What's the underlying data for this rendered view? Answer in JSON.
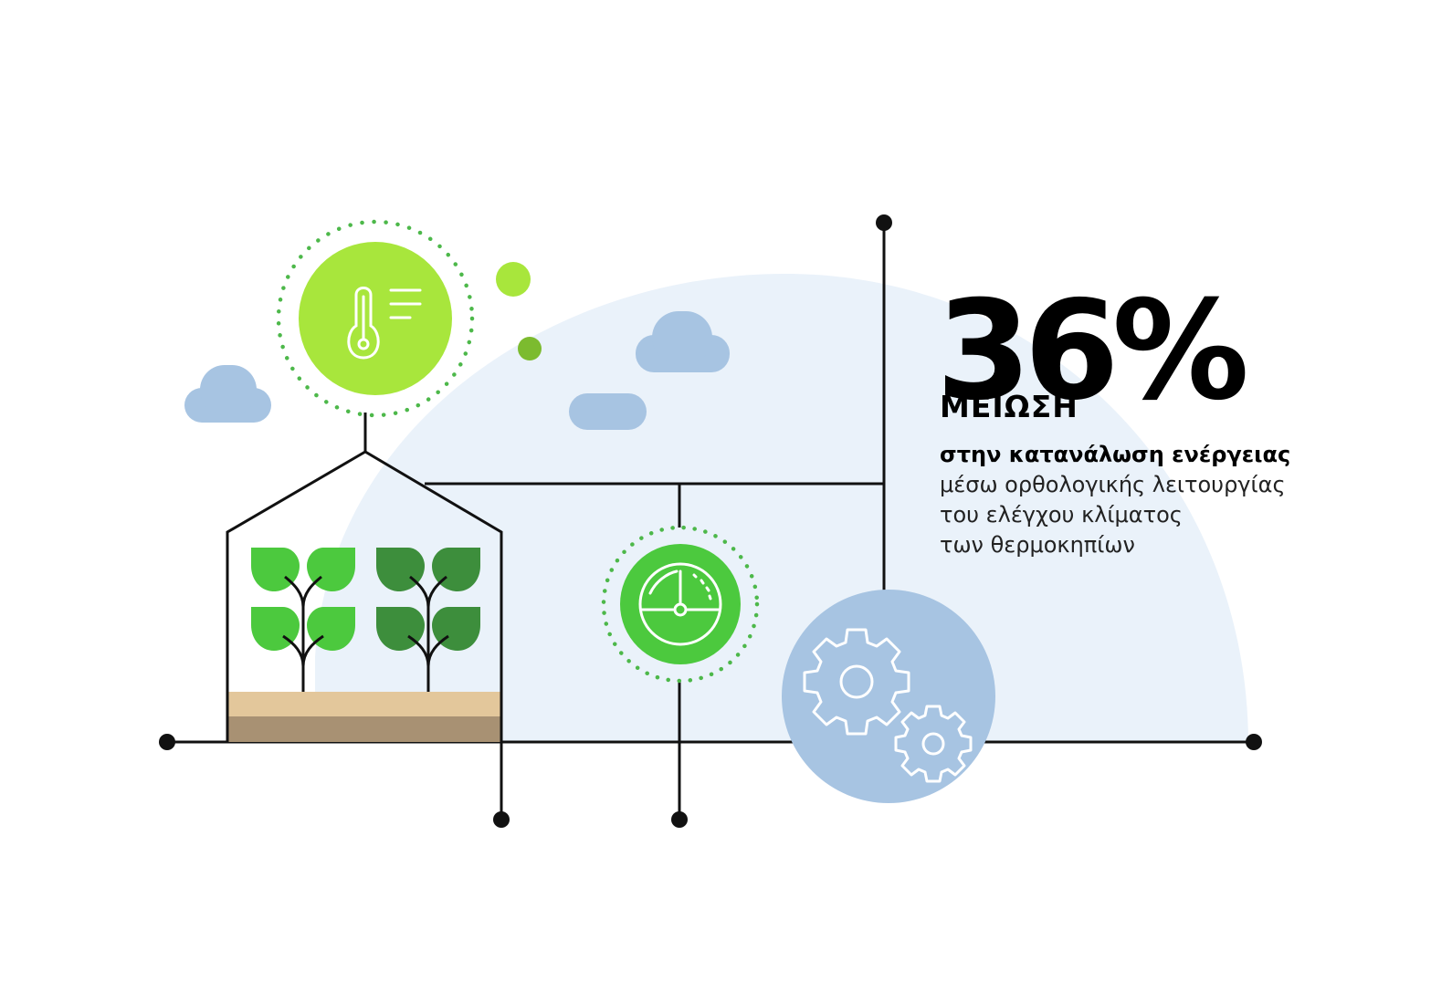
{
  "headline": {
    "value": "36%",
    "label": "ΜΕΙΩΣΗ"
  },
  "description": {
    "line_bold": "στην κατανάλωση ενέργειας",
    "lines": [
      "μέσω ορθολογικής λειτουργίας",
      "του ελέγχου κλίματος",
      "των θερμοκηπίων"
    ]
  },
  "colors": {
    "light_green": "#a8e63c",
    "green": "#4cc93e",
    "dark_green": "#3d8e3c",
    "sky_blue": "#a7c4e2",
    "pale_blue": "#eaf2fa",
    "soil_light": "#e3c79b",
    "soil_dark": "#a89173",
    "line": "#111111"
  },
  "icons": [
    "thermometer-icon",
    "gauge-icon",
    "gears-icon",
    "greenhouse-icon",
    "plant-icon",
    "cloud-icon"
  ]
}
